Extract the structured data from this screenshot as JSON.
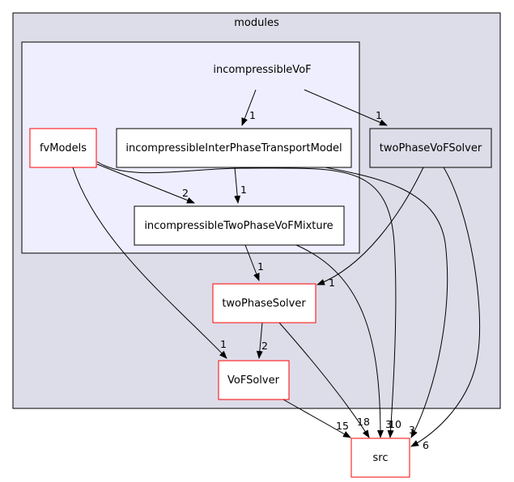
{
  "clusters": {
    "outer": {
      "label": "modules",
      "fill": "#dddde9",
      "stroke": "#000000"
    },
    "inner": {
      "label": "incompressibleVoF",
      "fill": "#eeeeff",
      "stroke": "#000000"
    }
  },
  "nodes": {
    "fvModels": {
      "label": "fvModels",
      "border": "#ff0000"
    },
    "transport": {
      "label": "incompressibleInterPhaseTransportModel",
      "border": "#000000"
    },
    "mixture": {
      "label": "incompressibleTwoPhaseVoFMixture",
      "border": "#000000"
    },
    "twoPhaseVoFSolver": {
      "label": "twoPhaseVoFSolver",
      "border": "#000000"
    },
    "twoPhaseSolver": {
      "label": "twoPhaseSolver",
      "border": "#ff0000"
    },
    "VoFSolver": {
      "label": "VoFSolver",
      "border": "#ff0000"
    },
    "src": {
      "label": "src",
      "border": "#ff0000"
    }
  },
  "edges": {
    "incVoF_to_transport": "1",
    "incVoF_to_twoPhaseVoFSolver": "1",
    "fvModels_to_mixture": "2",
    "transport_to_mixture": "1",
    "mixture_to_twoPhaseSolver": "1",
    "twoPhaseVoFSolver_to_twoPhaseSolver": "1",
    "twoPhaseSolver_to_VoFSolver": "2",
    "fvModels_to_VoFSolver": "1",
    "VoFSolver_to_src": "15",
    "twoPhaseSolver_to_src": "18",
    "mixture_to_src": "3",
    "fvModels_to_src": "10",
    "transport_to_src": "3",
    "twoPhaseVoFSolver_to_src": "6"
  }
}
